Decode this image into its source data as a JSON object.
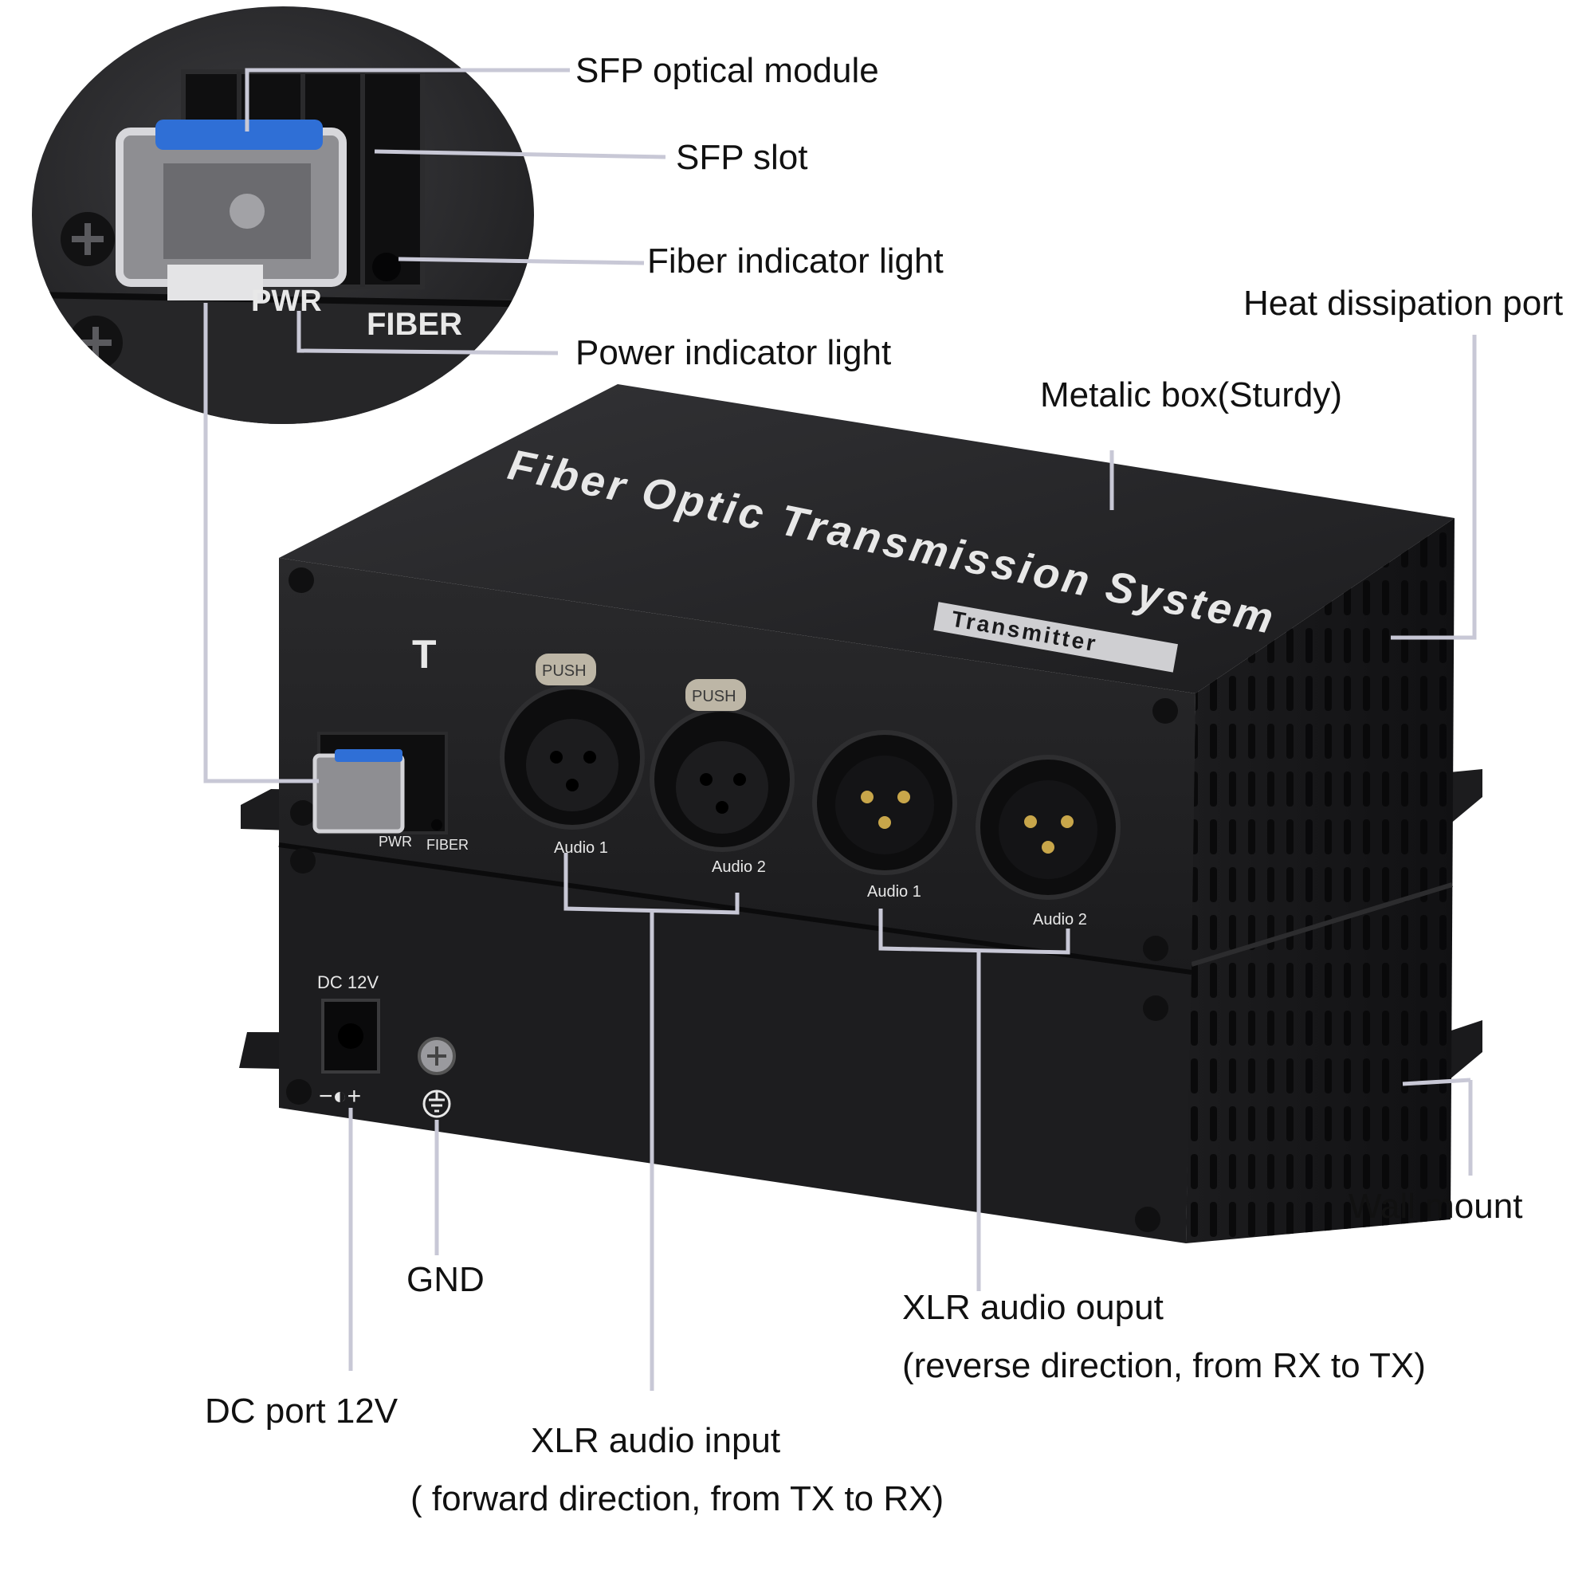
{
  "colors": {
    "background": "#ffffff",
    "leader_line": "#c8c8d6",
    "device_body": "#1f1f21",
    "device_side": "#161618",
    "label_text": "#111111",
    "panel_text": "#e8e8e8",
    "sfp_blue": "#2f6fd6"
  },
  "device": {
    "top_title": "Fiber Optic Transmission System",
    "badge": "Transmitter",
    "panel_letter": "T",
    "sfp_power_mark": "PWR",
    "fiber_mark": "FIBER",
    "input_ports": [
      {
        "push": "PUSH",
        "label": "Audio 1"
      },
      {
        "push": "PUSH",
        "label": "Audio 2"
      }
    ],
    "output_ports": [
      {
        "label": "Audio 1"
      },
      {
        "label": "Audio 2"
      }
    ],
    "dc_label": "DC 12V",
    "polarity_mark": "−◐+",
    "gnd_symbol": "ground-icon"
  },
  "inset": {
    "fiber_mark": "FIBER",
    "power_mark": "PWR"
  },
  "callouts": {
    "sfp_module": "SFP optical module",
    "sfp_slot": "SFP slot",
    "fiber_light": "Fiber indicator light",
    "power_light": "Power indicator light",
    "heat_port": "Heat dissipation port",
    "metal_box": "Metalic box(Sturdy)",
    "wall_mount": "Wall mount",
    "gnd": "GND",
    "dc_port": "DC port 12V",
    "xlr_output_1": "XLR audio ouput",
    "xlr_output_2": "(reverse direction, from RX to TX)",
    "xlr_input_1": "XLR audio input",
    "xlr_input_2": "( forward direction, from TX to RX)"
  }
}
